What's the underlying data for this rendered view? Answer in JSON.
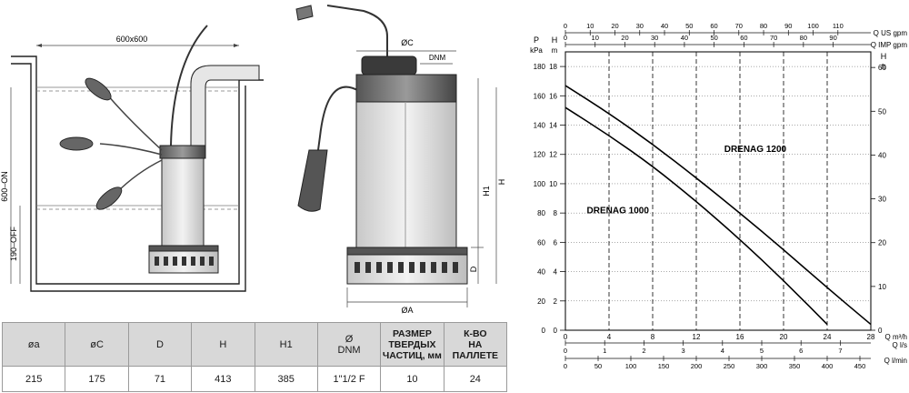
{
  "drawing": {
    "pit_label": "600x600",
    "on_label": "600–ON",
    "off_label": "190–OFF",
    "dims": {
      "c": "ØC",
      "dnm": "DNM",
      "h1": "H1",
      "h": "H",
      "d": "D",
      "a": "ØA"
    }
  },
  "table": {
    "headers": [
      "øa",
      "øC",
      "D",
      "H",
      "H1",
      "Ø\nDNM",
      "РАЗМЕР\nТВЕРДЫХ\nЧАСТИЦ, мм",
      "К-ВО\nНА\nПАЛЛЕТЕ"
    ],
    "row": [
      "215",
      "175",
      "71",
      "413",
      "385",
      "1\"1/2 F",
      "10",
      "24"
    ]
  },
  "chart_data": {
    "type": "line",
    "title": "",
    "series": [
      {
        "name": "DRENAG 1200",
        "x": [
          0,
          4,
          8,
          12,
          16,
          20,
          24,
          28
        ],
        "y": [
          167,
          148,
          127,
          104,
          80,
          55,
          29,
          4
        ]
      },
      {
        "name": "DRENAG 1000",
        "x": [
          0,
          4,
          8,
          12,
          16,
          20,
          24
        ],
        "y": [
          152,
          133,
          112,
          88,
          62,
          34,
          4
        ]
      }
    ],
    "xlabel": "Q m³/h",
    "ylabel": "P kPa",
    "ylabel2": "H m",
    "ylabel3": "H ft",
    "xlim": [
      0,
      28
    ],
    "ylim": [
      0,
      190
    ],
    "grid": true,
    "y_ticks_kpa": [
      0,
      20,
      40,
      60,
      80,
      100,
      120,
      140,
      160,
      180
    ],
    "y_ticks_m": [
      0,
      2,
      4,
      6,
      8,
      10,
      12,
      14,
      16,
      18
    ],
    "y_ticks_ft": [
      0,
      10,
      20,
      30,
      40,
      50,
      60
    ],
    "x_ticks_m3h": [
      0,
      4,
      8,
      12,
      16,
      20,
      24,
      28
    ],
    "x_ticks_ls": [
      0,
      1,
      2,
      3,
      4,
      5,
      6,
      7
    ],
    "x_ticks_lmin": [
      0,
      50,
      100,
      150,
      200,
      250,
      300,
      350,
      400,
      450
    ],
    "x_ticks_usgpm": [
      0,
      10,
      20,
      30,
      40,
      50,
      60,
      70,
      80,
      90,
      100,
      110
    ],
    "x_ticks_impgpm": [
      0,
      10,
      20,
      30,
      40,
      50,
      60,
      70,
      80,
      90
    ],
    "unit_usgpm": "Q US gpm",
    "unit_impgpm": "Q IMP gpm",
    "unit_ls": "Q l/s",
    "unit_lmin": "Q l/min",
    "label_p": "P",
    "label_kpa": "kPa",
    "label_h": "H",
    "label_m": "m",
    "label_ft": "ft"
  }
}
